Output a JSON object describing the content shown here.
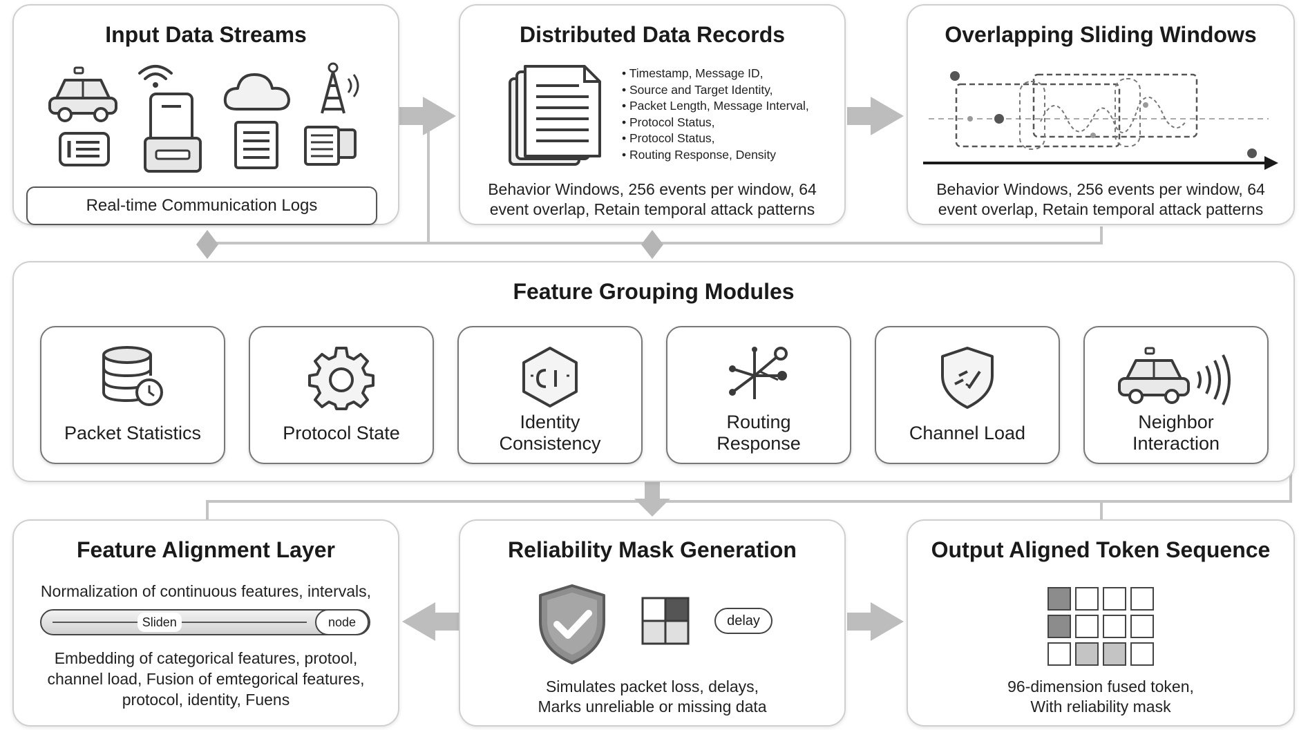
{
  "input_streams": {
    "title": "Input Data Streams",
    "log_label": "Real-time Communication Logs",
    "icons": [
      "car-icon",
      "id-card-icon",
      "wifi-icon",
      "device-icon",
      "cloud-icon",
      "document-icon",
      "antenna-icon",
      "log-file-icon"
    ]
  },
  "records": {
    "title": "Distributed Data Records",
    "bullets": [
      "Timestamp, Message ID,",
      "Source and Target Identity,",
      "Packet Length, Message Interval,",
      "Protocol Status,",
      "Protocol Status,",
      "Routing Response, Density"
    ],
    "caption_line1": "Behavior Windows, 256 events per window, 64",
    "caption_line2": "event overlap, Retain temporal attack patterns"
  },
  "windows": {
    "title": "Overlapping Sliding Windows",
    "caption_line1": "Behavior Windows, 256 events per window, 64",
    "caption_line2": "event overlap, Retain temporal attack patterns"
  },
  "grouping": {
    "title": "Feature Grouping Modules",
    "modules": [
      {
        "line1": "Packet Statistics",
        "line2": "",
        "icon": "database-clock-icon"
      },
      {
        "line1": "Protocol State",
        "line2": "",
        "icon": "gear-icon"
      },
      {
        "line1": "Identity",
        "line2": "Consistency",
        "icon": "hexagon-id-icon"
      },
      {
        "line1": "Routing",
        "line2": "Response",
        "icon": "routing-network-icon"
      },
      {
        "line1": "Channel Load",
        "line2": "",
        "icon": "shield-signal-icon"
      },
      {
        "line1": "Neighbor",
        "line2": "Interaction",
        "icon": "car-broadcast-icon"
      }
    ]
  },
  "alignment": {
    "title": "Feature Alignment Layer",
    "top_text": "Normalization of continuous features, intervals,",
    "slider_label": "Sliden",
    "slider_node": "node",
    "slider_fraction": 0.33,
    "lines": [
      "Embedding of categorical features, protool,",
      "channel load, Fusion of emtegorical features,",
      "protocol, identity, Fuens"
    ]
  },
  "mask": {
    "title": "Reliability Mask Generation",
    "delay_label": "delay",
    "caption_line1": "Simulates packet loss, delays,",
    "caption_line2": "Marks unreliable or missing data"
  },
  "output": {
    "title": "Output Aligned Token Sequence",
    "token_grid": [
      [
        "dark",
        "white",
        "white",
        "white"
      ],
      [
        "dark",
        "white",
        "white",
        "white"
      ],
      [
        "white",
        "mid",
        "mid",
        "white"
      ]
    ],
    "caption_line1": "96-dimension fused token,",
    "caption_line2": "With reliability mask"
  },
  "colors": {
    "arrow": "#bdbdbd",
    "border": "#cfcfcf",
    "icon": "#3a3a3a",
    "token_dark": "#8c8c8c",
    "token_mid": "#c4c4c4"
  }
}
